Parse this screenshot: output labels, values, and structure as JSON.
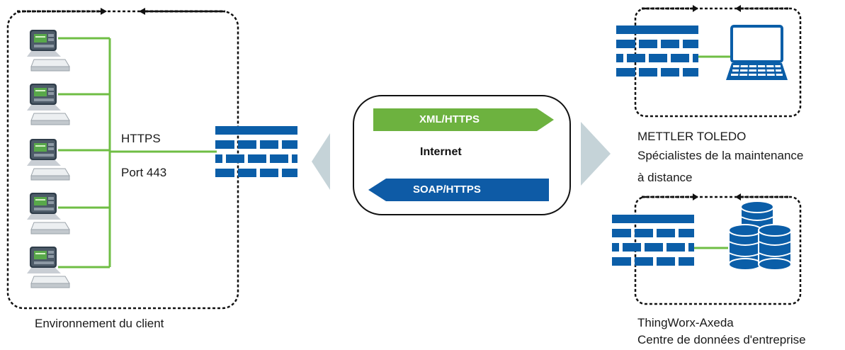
{
  "client": {
    "environment_label": "Environnement du client",
    "protocol_label": "HTTPS",
    "port_label": "Port 443"
  },
  "internet": {
    "label": "Internet",
    "outbound_label": "XML/HTTPS",
    "inbound_label": "SOAP/HTTPS"
  },
  "mettler": {
    "name": "METTLER TOLEDO",
    "description_line1": "Spécialistes de la maintenance",
    "description_line2": "à distance"
  },
  "thingworx": {
    "name": "ThingWorx-Axeda",
    "description": "Centre de données d'entreprise"
  },
  "colors": {
    "brand_blue": "#0b5ea8",
    "link_green": "#6fbe44",
    "arrow_green": "#6db23f",
    "arrow_blue": "#0e5ba6",
    "chevron_grey": "#c5d3d8"
  },
  "icons": [
    "weighing-terminal-icon",
    "firewall-icon",
    "laptop-icon",
    "database-icon"
  ]
}
